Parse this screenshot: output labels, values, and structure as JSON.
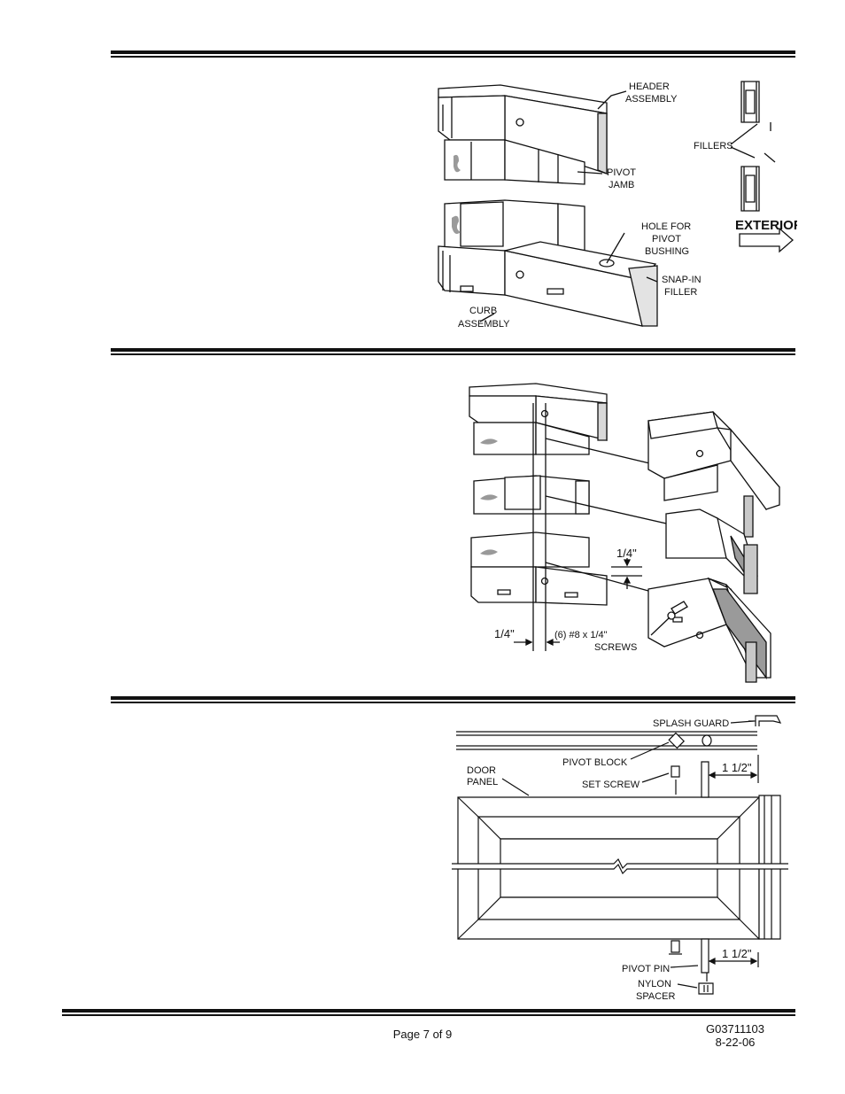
{
  "figure1": {
    "header_assembly": [
      "HEADER",
      "ASSEMBLY"
    ],
    "pivot_jamb": [
      "PIVOT",
      "JAMB"
    ],
    "fillers": "FILLERS",
    "hole_for_pivot_bushing": [
      "HOLE FOR",
      "PIVOT",
      "BUSHING"
    ],
    "exterior": "EXTERIOR",
    "snap_in_filler": [
      "SNAP-IN",
      "FILLER"
    ],
    "curb_assembly": [
      "CURB",
      "ASSEMBLY"
    ]
  },
  "figure2": {
    "dim_vertical": "1/4\"",
    "dim_horizontal": "1/4\"",
    "screws": [
      "(6) #8 x 1/4\"",
      "SCREWS"
    ]
  },
  "figure3": {
    "splash_guard": "SPLASH GUARD",
    "pivot_block": "PIVOT BLOCK",
    "door_panel": [
      "DOOR",
      "PANEL"
    ],
    "set_screw": "SET SCREW",
    "dim_top": "1 1/2\"",
    "dim_bottom": "1 1/2\"",
    "pivot_pin": "PIVOT PIN",
    "nylon_spacer": [
      "NYLON",
      "SPACER"
    ]
  },
  "footer": {
    "page": "Page 7 of 9",
    "doc_code": "G03711103",
    "date": "8-22-06"
  }
}
